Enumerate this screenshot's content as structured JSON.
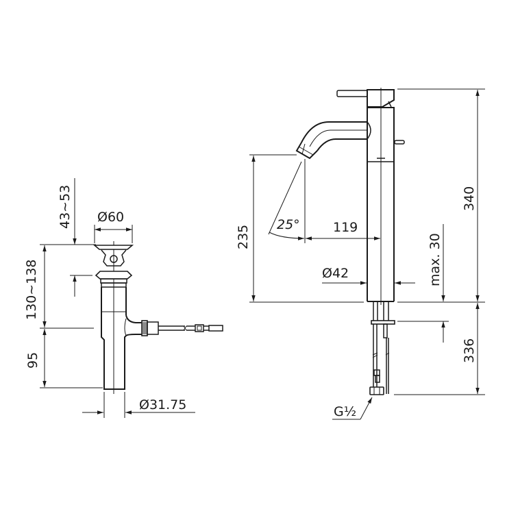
{
  "drawing": {
    "title": "Faucet and pop-up drain dimension drawing",
    "line_color": "#1a1a1a",
    "background": "#ffffff"
  },
  "drain": {
    "dim_adjust": "43~53",
    "dim_flange_diameter": "Ø60",
    "dim_total_height": "130~138",
    "dim_lower_height": "95",
    "dim_tail_diameter": "Ø31.75"
  },
  "faucet": {
    "dim_spout_height": "235",
    "dim_spray_angle": "25°",
    "dim_reach": "119",
    "dim_body_diameter": "Ø42",
    "dim_total_height": "340",
    "dim_max_deck": "max. 30",
    "dim_below_deck": "336",
    "connection_thread": "G½"
  }
}
